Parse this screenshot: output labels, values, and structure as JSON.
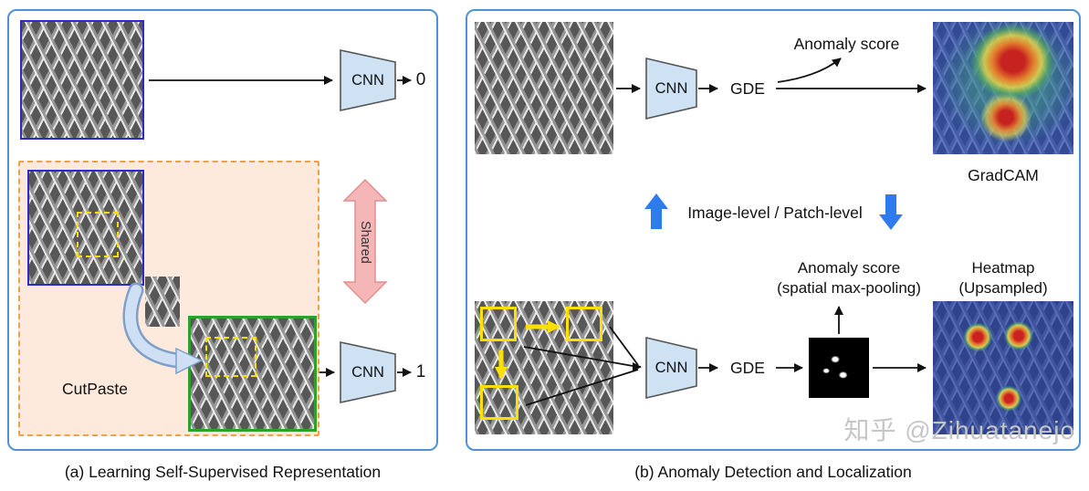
{
  "figure": {
    "panel_a": {
      "caption": "(a) Learning Self-Supervised Representation",
      "cnn_top": "CNN",
      "output_top": "0",
      "cnn_bottom": "CNN",
      "output_bottom": "1",
      "shared_label": "Shared",
      "cutpaste_label": "CutPaste"
    },
    "panel_b": {
      "caption": "(b) Anomaly Detection and Localization",
      "cnn_top": "CNN",
      "gde_top": "GDE",
      "anomaly_score_top": "Anomaly score",
      "gradcam_label": "GradCAM",
      "level_label": "Image-level / Patch-level",
      "cnn_bottom": "CNN",
      "gde_bottom": "GDE",
      "anomaly_score_bottom_line1": "Anomaly score",
      "anomaly_score_bottom_line2": "(spatial max-pooling)",
      "heatmap_line1": "Heatmap",
      "heatmap_line2": "(Upsampled)",
      "watermark": "知乎 @Zihuatanejo"
    },
    "icons": {
      "shared_double_arrow": "vertical-double-block-arrow",
      "level_up_arrow": "block-arrow-up",
      "level_down_arrow": "block-arrow-down",
      "cutpaste_arrow": "curved-block-arrow-right"
    },
    "colors": {
      "panel_border": "#4f93d2",
      "cnn_fill": "#cfe2f3",
      "cutpaste_region_bg": "#fdeadd",
      "cutpaste_region_border": "#eda33f",
      "normal_image_border": "#2a2ad0",
      "augmented_image_border": "#2da02d",
      "patch_outline_yellow": "#ffe000",
      "shared_arrow_pink": "#f4b6b6",
      "level_arrow_blue": "#2e7bf0",
      "watermark_gray": "#c6c6c6"
    }
  }
}
